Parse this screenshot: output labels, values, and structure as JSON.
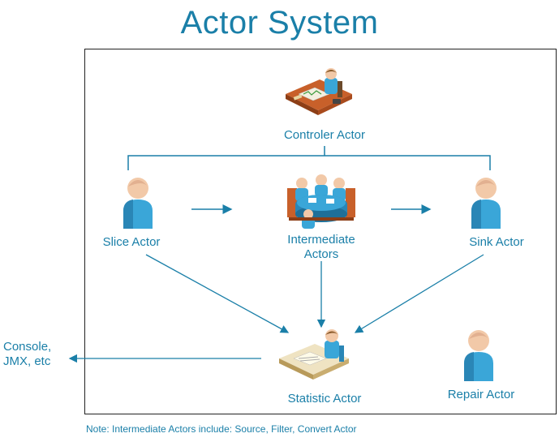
{
  "title": "Actor System",
  "actors": {
    "controller": "Controler Actor",
    "slice": "Slice Actor",
    "intermediate_line1": "Intermediate",
    "intermediate_line2": "Actors",
    "sink": "Sink Actor",
    "statistic": "Statistic Actor",
    "repair": "Repair Actor"
  },
  "external": {
    "line1": "Console,",
    "line2": "JMX, etc"
  },
  "note": "Note: Intermediate Actors include: Source, Filter, Convert Actor",
  "colors": {
    "accent": "#1a7fa8",
    "person_body": "#3aa6d8",
    "desk": "#c8602a"
  },
  "icons": [
    "desk-worker-icon",
    "person-icon",
    "meeting-table-icon"
  ]
}
